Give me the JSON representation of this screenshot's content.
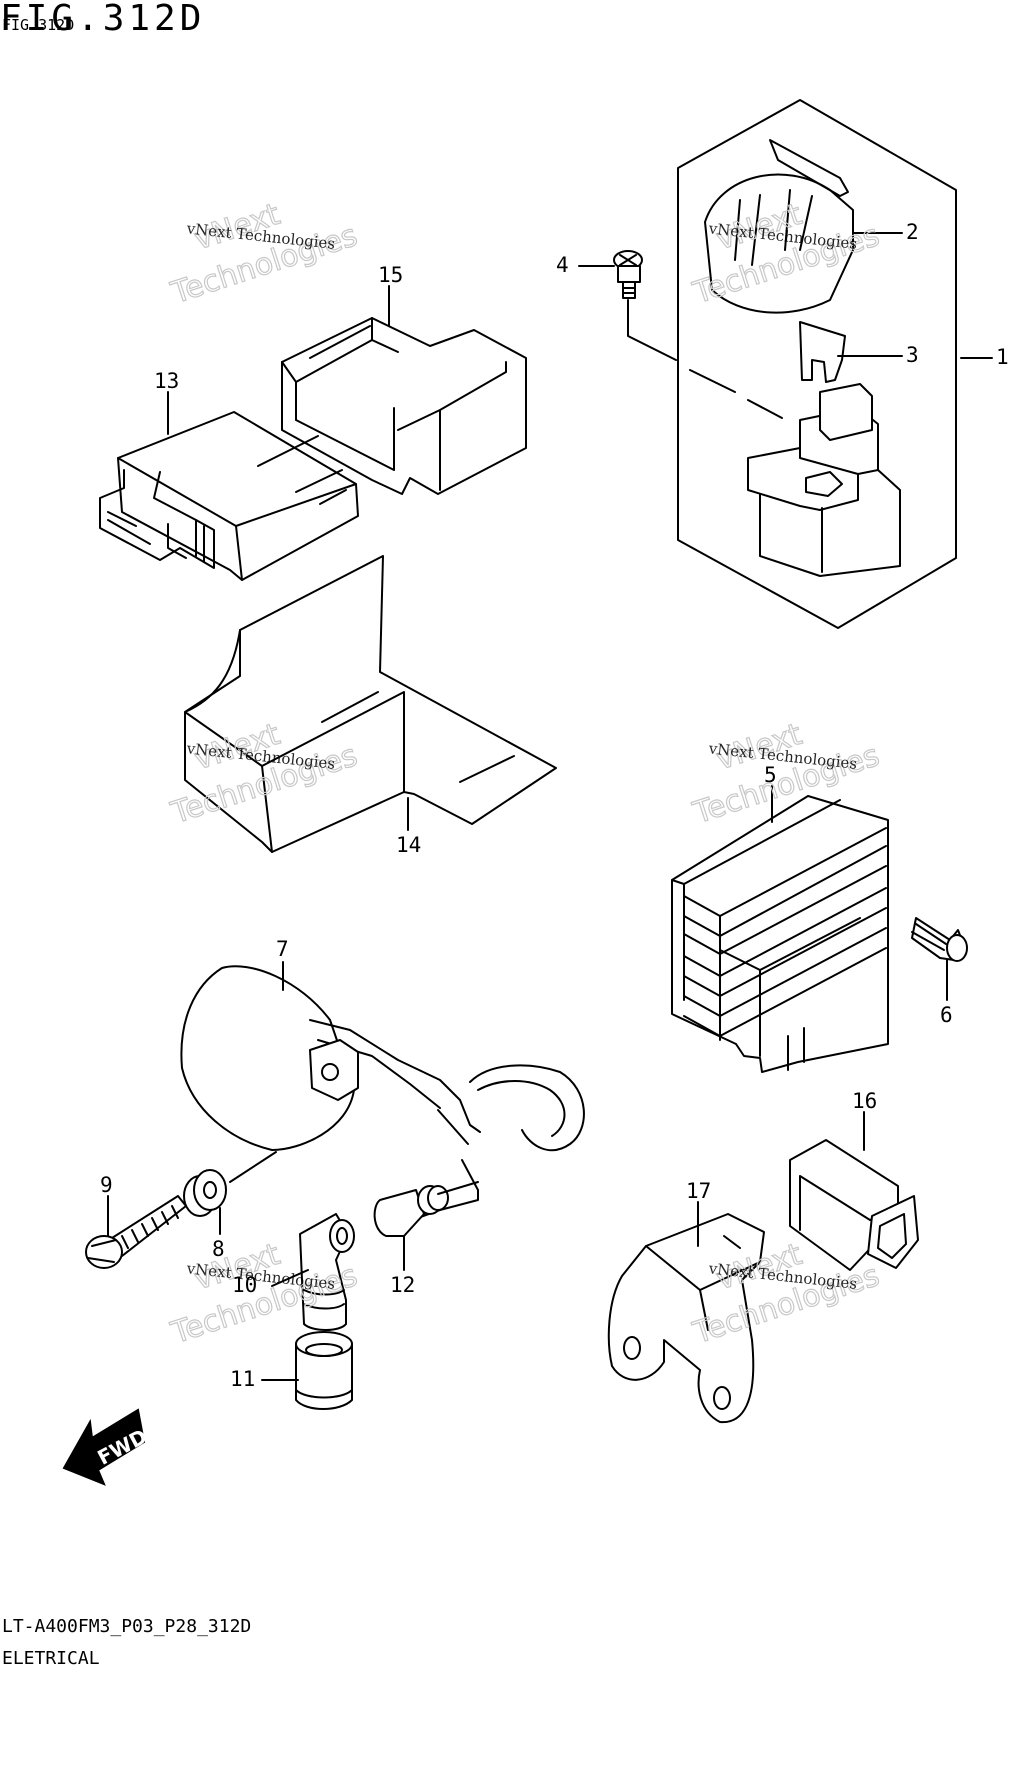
{
  "figure": {
    "title": "FIG.312D",
    "subtitle": "FIG.312D"
  },
  "callouts": [
    {
      "id": "1",
      "label": "1"
    },
    {
      "id": "2",
      "label": "2"
    },
    {
      "id": "3",
      "label": "3"
    },
    {
      "id": "4",
      "label": "4"
    },
    {
      "id": "5",
      "label": "5"
    },
    {
      "id": "6",
      "label": "6"
    },
    {
      "id": "7",
      "label": "7"
    },
    {
      "id": "8",
      "label": "8"
    },
    {
      "id": "9",
      "label": "9"
    },
    {
      "id": "10",
      "label": "10"
    },
    {
      "id": "11",
      "label": "11"
    },
    {
      "id": "12",
      "label": "12"
    },
    {
      "id": "13",
      "label": "13"
    },
    {
      "id": "14",
      "label": "14"
    },
    {
      "id": "15",
      "label": "15"
    },
    {
      "id": "16",
      "label": "16"
    },
    {
      "id": "17",
      "label": "17"
    }
  ],
  "watermark": {
    "small": "vNext Technologies",
    "big_line1": "vNext",
    "big_line2": "Technologies"
  },
  "direction_badge": "FWD",
  "footer": {
    "code": "LT-A400FM3_P03_P28_312D",
    "category": "ELETRICAL"
  }
}
